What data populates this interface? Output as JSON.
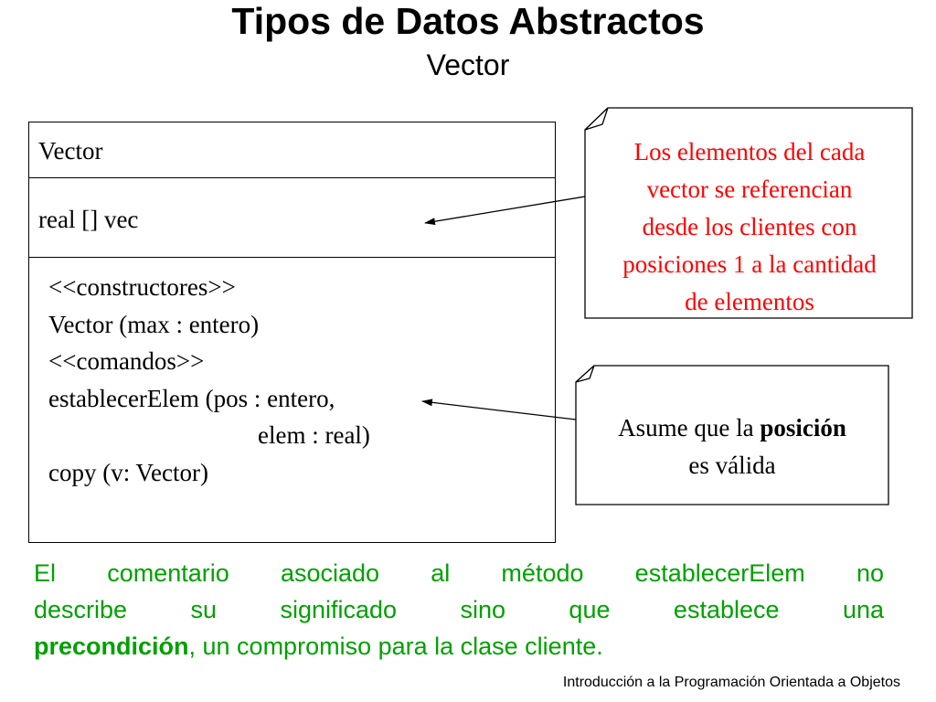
{
  "header": {
    "title": "Tipos de Datos Abstractos",
    "subtitle": "Vector"
  },
  "uml_class": {
    "name": "Vector",
    "attributes": [
      "real [] vec"
    ],
    "operations": [
      "<<constructores>>",
      "Vector (max : entero)",
      "<<comandos>>",
      "establecerElem (pos : entero,",
      "elem : real)",
      "copy (v: Vector)"
    ]
  },
  "notes": [
    {
      "lines": [
        "Los elementos del cada",
        "vector se referencian",
        "desde los clientes con",
        "posiciones 1 a la cantidad",
        "de elementos"
      ],
      "color": "#ff0000"
    },
    {
      "text_before": "Asume que la ",
      "text_bold": "posición",
      "text_after": "es válida",
      "color": "#000000"
    }
  ],
  "comment": {
    "line1": "El comentario asociado al método establecerElem no",
    "line2": "describe su significado sino que establece una",
    "bold": "precondición",
    "rest": ", un compromiso para la clase cliente.",
    "color": "#00a000"
  },
  "footer": {
    "text": "Introducción a la Programación Orientada a Objetos"
  }
}
